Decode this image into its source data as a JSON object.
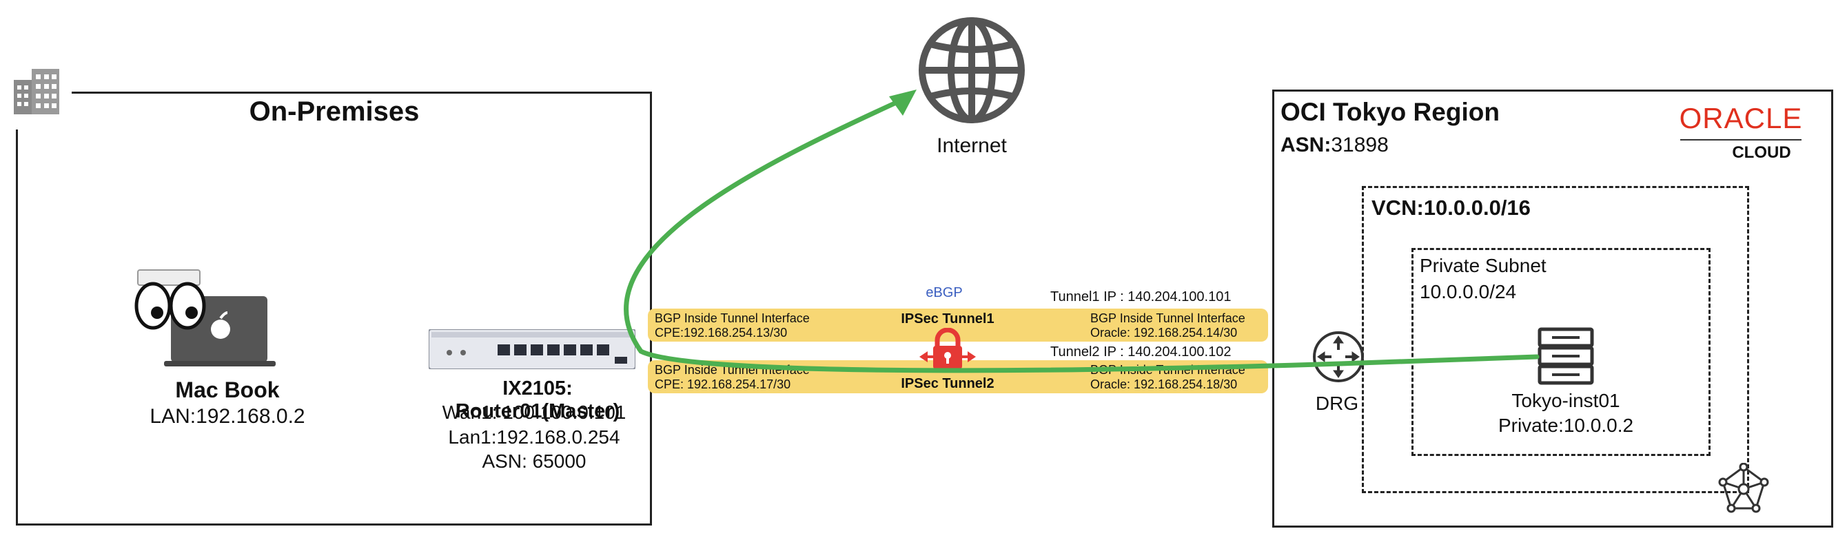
{
  "onprem": {
    "title": "On-Premises",
    "macbook": {
      "name": "Mac Book",
      "lan": "LAN:192.168.0.2"
    },
    "router": {
      "name": "IX2105: Router01(Master)",
      "wan": "Wan1: 100.100.0.101",
      "lan": "Lan1:192.168.0.254",
      "asn": "ASN: 65000"
    }
  },
  "internet": {
    "label": "Internet"
  },
  "tunnels": {
    "ebgp": "eBGP",
    "tunnel1": {
      "name": "IPSec Tunnel1",
      "ip": "Tunnel1  IP : 140.204.100.101",
      "cpe_title": "BGP Inside Tunnel Interface",
      "cpe": "CPE:192.168.254.13/30",
      "oracle_title": "BGP Inside Tunnel Interface",
      "oracle": "Oracle: 192.168.254.14/30"
    },
    "tunnel2": {
      "name": "IPSec Tunnel2",
      "ip": "Tunnel2 IP : 140.204.100.102",
      "cpe_title": "BGP Inside Tunnel Interface",
      "cpe": "CPE: 192.168.254.17/30",
      "oracle_title": "BGP Inside Tunnel Interface",
      "oracle": "Oracle: 192.168.254.18/30"
    }
  },
  "oci": {
    "title": "OCI Tokyo Region",
    "asn_label": "ASN:",
    "asn_value": "31898",
    "logo_top": "ORACLE",
    "logo_bottom": "CLOUD",
    "vcn": "VCN:10.0.0.0/16",
    "subnet_title": "Private Subnet",
    "subnet_cidr": "10.0.0.0/24",
    "drg": "DRG",
    "instance_name": "Tokyo-inst01",
    "instance_ip": "Private:10.0.0.2"
  },
  "colors": {
    "route": "#4caf50",
    "band": "#f7d774",
    "lock": "#e53935",
    "oracle_red": "#e0301e",
    "ebgp_blue": "#3b5fc0"
  }
}
